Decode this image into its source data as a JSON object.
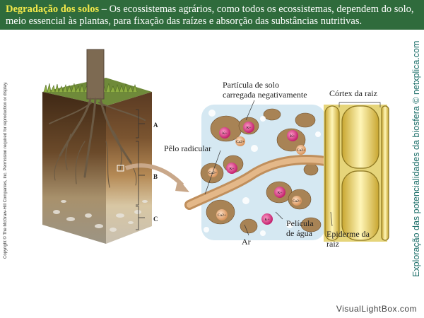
{
  "header": {
    "title": "Degradação dos solos",
    "separator": " – ",
    "text": "Os ecossistemas agrários, como todos os ecossistemas, dependem do solo, meio essencial às plantas, para fixação das raízes e absorção das substâncias nutritivas."
  },
  "credit": "Copyright © The McGraw-Hill Companies, Inc. Permission required for reproduction or display.",
  "brand": "Exploração das potencialidades da biosfera © netxplica.com",
  "footer": "VisualLightBox.com",
  "diagram": {
    "horizon_labels": [
      "A",
      "B",
      "C"
    ],
    "labels": {
      "particle_line1": "Partícula de solo",
      "particle_line2": "carregada negativamente",
      "cortex": "Córtex da raiz",
      "root_hair": "Pêlo radicular",
      "water_line1": "Película",
      "water_line2": "de água",
      "air": "Ar",
      "epidermis_line1": "Epiderme da",
      "epidermis_line2": "raiz"
    },
    "ions": [
      {
        "name": "K+",
        "color": "#d8347e"
      },
      {
        "name": "Ca2+",
        "color": "#e8b48a"
      }
    ],
    "colors": {
      "header_bg": "#2f6b3c",
      "title": "#f2e84a",
      "brand_text": "#1d6f6a"
    }
  }
}
